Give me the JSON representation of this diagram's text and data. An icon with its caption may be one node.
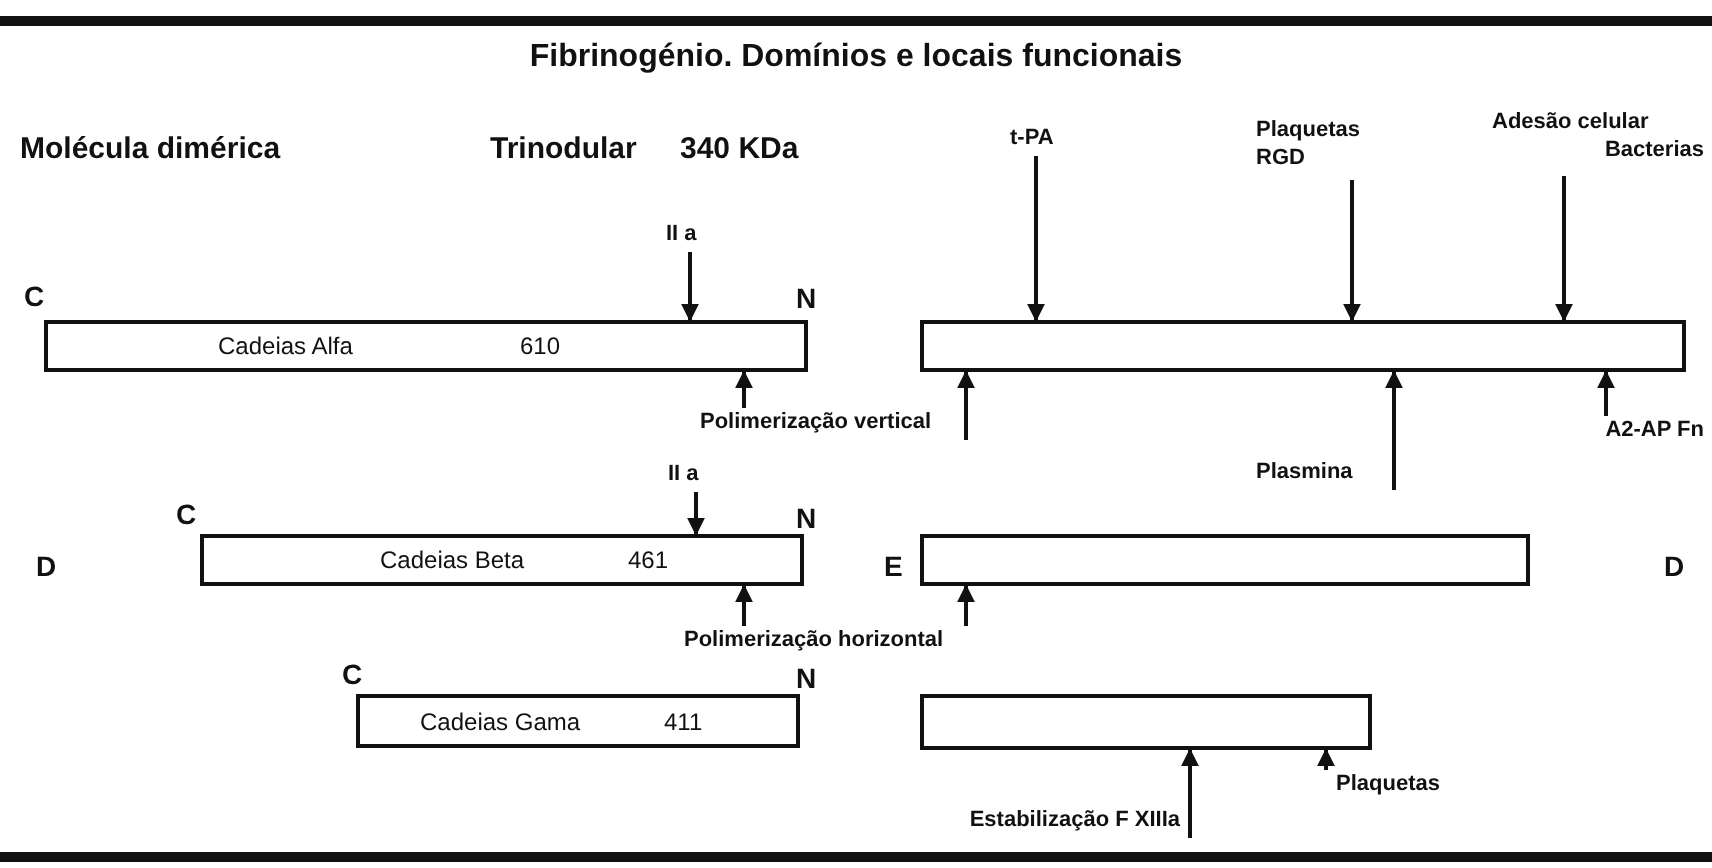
{
  "diagram": {
    "title": "Fibrinogénio. Domínios e locais funcionais",
    "nodes": [
      {
        "text": [
          "Cadeias Alfa",
          "610"
        ]
      },
      {
        "text": [],
        "shape": "bar"
      },
      {
        "text": [
          "Cadeias Beta",
          "461"
        ]
      },
      {
        "text": [],
        "shape": "bar"
      },
      {
        "text": [
          "Cadeias Gama",
          "411"
        ]
      },
      {
        "text": [],
        "shape": "bar"
      },
      {
        "text": [
          "II a"
        ]
      },
      {
        "text": [
          "t-PA"
        ]
      },
      {
        "text": [
          "Plaquetas RGD"
        ]
      },
      {
        "text": [
          "Adesão celular",
          "Bacterias"
        ]
      },
      {
        "text": [
          "Polimerização vertical"
        ]
      },
      {
        "text": [
          "Plasmina"
        ]
      },
      {
        "text": [
          "A2-AP Fn"
        ]
      },
      {
        "text": [
          "II a"
        ]
      },
      {
        "text": [
          "Polimerização horizontal"
        ]
      },
      {
        "text": [
          "Estabilização F XIIIa"
        ]
      },
      {
        "text": [
          "Plaquetas"
        ]
      }
    ],
    "edges": [
      {
        "from": 6,
        "to": 0,
        "arrow": "to"
      },
      {
        "from": 7,
        "to": 1,
        "arrow": "to"
      },
      {
        "from": 8,
        "to": 1,
        "arrow": "to"
      },
      {
        "from": 9,
        "to": 1,
        "arrow": "to"
      },
      {
        "from": 10,
        "to": 0,
        "arrow": "to"
      },
      {
        "from": 10,
        "to": 1,
        "arrow": "to"
      },
      {
        "from": 11,
        "to": 1,
        "arrow": "to"
      },
      {
        "from": 12,
        "to": 1,
        "arrow": "to"
      },
      {
        "from": 13,
        "to": 2,
        "arrow": "to"
      },
      {
        "from": 14,
        "to": 2,
        "arrow": "to"
      },
      {
        "from": 14,
        "to": 3,
        "arrow": "to"
      },
      {
        "from": 15,
        "to": 5,
        "arrow": "to"
      },
      {
        "from": 16,
        "to": 5,
        "arrow": "to"
      }
    ],
    "labels": [
      "Molécula dimérica",
      "Trinodular",
      "340 KDa",
      "C",
      "N",
      "C",
      "N",
      "D",
      "E",
      "D",
      "C",
      "N"
    ]
  }
}
